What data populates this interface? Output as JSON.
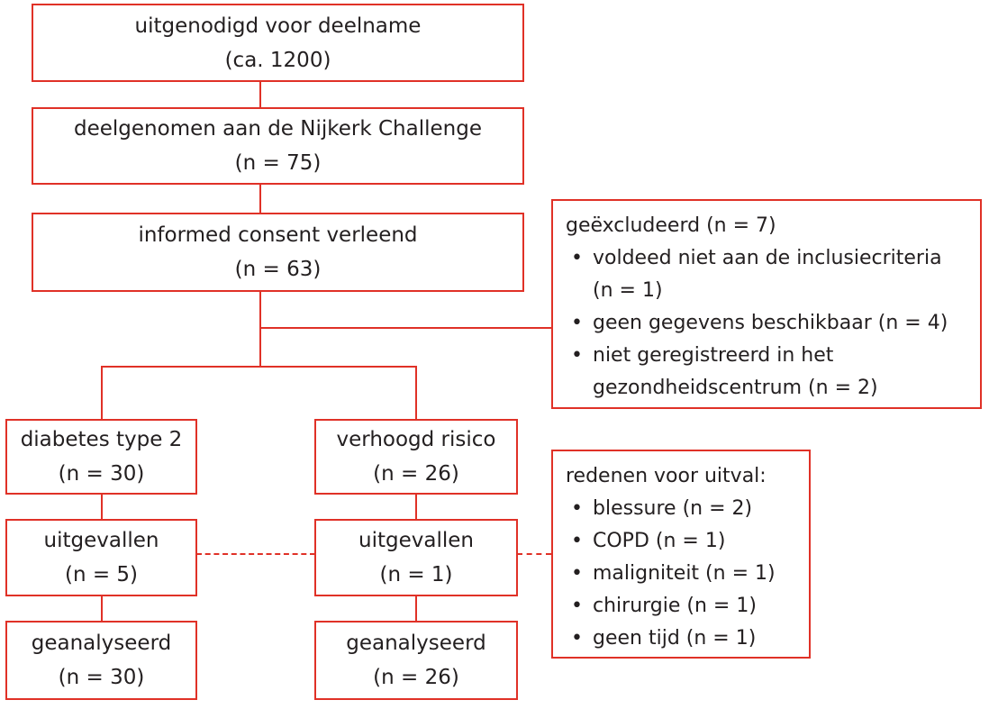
{
  "flow": {
    "invited": {
      "title": "uitgenodigd voor deelname",
      "count": "(ca. 1200)"
    },
    "participated": {
      "title": "deelgenomen aan de Nijkerk Challenge",
      "count": "(n = 75)"
    },
    "consent": {
      "title": "informed consent verleend",
      "count": "(n = 63)"
    },
    "excluded": {
      "title": "geëxcludeerd (n = 7)",
      "items": [
        "voldeed niet aan de inclusiecriteria (n = 1)",
        "geen gegevens beschikbaar (n = 4)",
        "niet geregistreerd in het gezondheidscentrum (n = 2)"
      ]
    },
    "diabetes": {
      "title": "diabetes type 2",
      "count": "(n = 30)"
    },
    "risk": {
      "title": "verhoogd risico",
      "count": "(n = 26)"
    },
    "dropout_diabetes": {
      "title": "uitgevallen",
      "count": "(n = 5)"
    },
    "dropout_risk": {
      "title": "uitgevallen",
      "count": "(n = 1)"
    },
    "reasons": {
      "title": "redenen voor uitval:",
      "items": [
        "blessure (n = 2)",
        "COPD (n = 1)",
        "maligniteit (n = 1)",
        "chirurgie (n = 1)",
        "geen tijd (n = 1)"
      ]
    },
    "analyzed_diabetes": {
      "title": "geanalyseerd",
      "count": "(n = 30)"
    },
    "analyzed_risk": {
      "title": "geanalyseerd",
      "count": "(n = 26)"
    }
  },
  "colors": {
    "accent": "#e03127",
    "text": "#231f20"
  }
}
